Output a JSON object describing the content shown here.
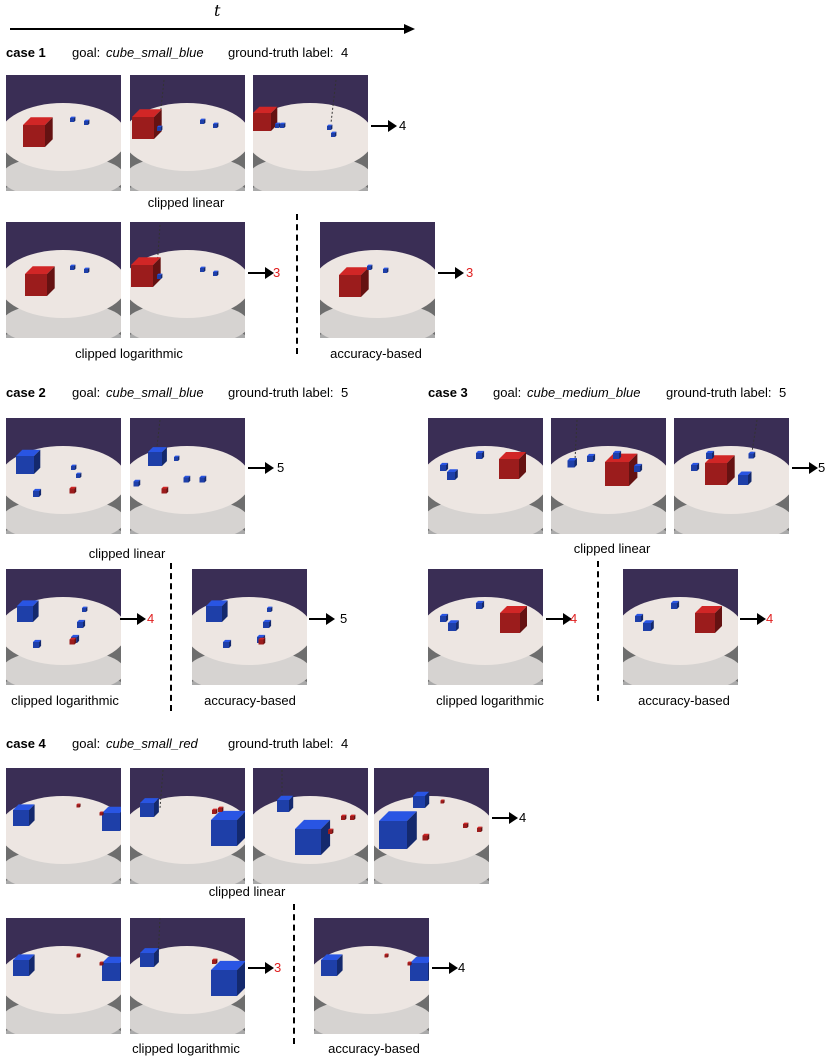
{
  "time_axis_label": "t",
  "colors": {
    "red_label": "#e01f1f",
    "wall": "#3a2e55",
    "table": "#ede6e2",
    "red_cube": "#9b1c1c",
    "blue_cube": "#1e3fa8"
  },
  "cases": [
    {
      "title": "case 1",
      "goal_prefix": "goal:",
      "goal": "cube_small_blue",
      "ground_truth_prefix": "ground-truth label:",
      "ground_truth": "4",
      "rows": [
        {
          "method": "clipped linear",
          "output": "4",
          "correct": true
        },
        {
          "method": "clipped logarithmic",
          "output": "3",
          "correct": false
        },
        {
          "method": "accuracy-based",
          "output": "3",
          "correct": false
        }
      ]
    },
    {
      "title": "case 2",
      "goal_prefix": "goal:",
      "goal": "cube_small_blue",
      "ground_truth_prefix": "ground-truth label:",
      "ground_truth": "5",
      "rows": [
        {
          "method": "clipped linear",
          "output": "5",
          "correct": true
        },
        {
          "method": "clipped logarithmic",
          "output": "4",
          "correct": false
        },
        {
          "method": "accuracy-based",
          "output": "5",
          "correct": true
        }
      ]
    },
    {
      "title": "case 3",
      "goal_prefix": "goal:",
      "goal": "cube_medium_blue",
      "ground_truth_prefix": "ground-truth label:",
      "ground_truth": "5",
      "rows": [
        {
          "method": "clipped linear",
          "output": "5",
          "correct": true
        },
        {
          "method": "clipped logarithmic",
          "output": "4",
          "correct": false
        },
        {
          "method": "accuracy-based",
          "output": "4",
          "correct": false
        }
      ]
    },
    {
      "title": "case 4",
      "goal_prefix": "goal:",
      "goal": "cube_small_red",
      "ground_truth_prefix": "ground-truth label:",
      "ground_truth": "4",
      "rows": [
        {
          "method": "clipped linear",
          "output": "4",
          "correct": true
        },
        {
          "method": "clipped logarithmic",
          "output": "3",
          "correct": false
        },
        {
          "method": "accuracy-based",
          "output": "4",
          "correct": true
        }
      ]
    }
  ]
}
